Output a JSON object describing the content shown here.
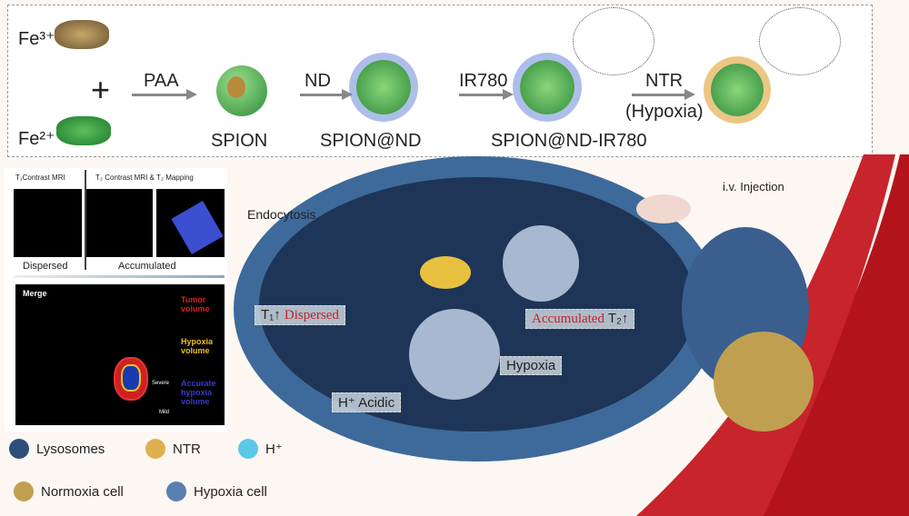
{
  "synthesis": {
    "fe3": "Fe³⁺",
    "fe2": "Fe²⁺",
    "plus": "+",
    "steps": [
      {
        "arrow": "PAA",
        "product": "SPION"
      },
      {
        "arrow": "ND",
        "product": "SPION@ND"
      },
      {
        "arrow": "IR780",
        "product": "SPION@ND-IR780"
      },
      {
        "arrow": "NTR",
        "arrow2": "(Hypoxia)",
        "product": ""
      }
    ]
  },
  "mri_panel": {
    "t1_label": "T₁Contrast MRI",
    "t2_label": "T₂ Contrast MRI & T₂ Mapping",
    "dispersed": "Dispersed",
    "accumulated": "Accumulated",
    "merge": "Merge",
    "legend": [
      {
        "text": "Tumor volume",
        "color": "#d8232a"
      },
      {
        "text": "Hypoxia volume",
        "color": "#f0c020"
      },
      {
        "text": "Accurate hypoxia volume",
        "color": "#3a3ac8"
      }
    ],
    "severe": "Severe",
    "mild": "Mild"
  },
  "cell": {
    "endocytosis": "Endocytosis",
    "t1": "T₁↑",
    "dispersed": "Dispersed",
    "accumulated": "Accumulated",
    "t2": "T₂↑",
    "hypoxia": "Hypoxia",
    "acidic": "Acidic",
    "h": "H⁺"
  },
  "injection": "i.v. Injection",
  "legend": {
    "lysosomes": "Lysosomes",
    "ntr": "NTR",
    "h": "H⁺",
    "normoxia": "Normoxia cell",
    "hypoxia": "Hypoxia cell"
  },
  "colors": {
    "cell": "#2e4f7a",
    "vessel": "#b3141c",
    "particle": "#5cb85c",
    "spikes": "#4a6fd0",
    "ntr": "#e0a030"
  }
}
